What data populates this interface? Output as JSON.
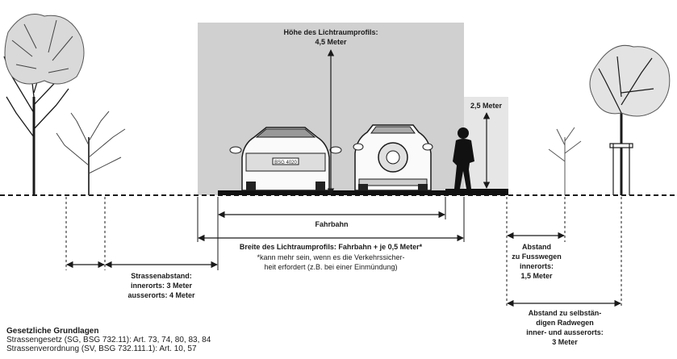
{
  "diagram": {
    "height_label_line1": "Höhe des Lichtraumprofils:",
    "height_label_line2": "4,5 Meter",
    "ped_height_label": "2,5 Meter",
    "fahrbahn_label": "Fahrbahn",
    "breite_label": "Breite des Lichtraumprofils: Fahrbahn + je 0,5 Meter*",
    "footnote_line1": "*kann mehr sein, wenn es die Verkehrssicher-",
    "footnote_line2": "heit erfordert (z.B. bei einer Einmündung)",
    "strassen_line1": "Strassenabstand:",
    "strassen_line2": "innerorts: 3 Meter",
    "strassen_line3": "ausserorts: 4 Meter",
    "fuss_line1": "Abstand",
    "fuss_line2": "zu Fusswegen",
    "fuss_line3": "innerorts:",
    "fuss_line4": "1,5 Meter",
    "rad_line1": "Abstand zu selbstän-",
    "rad_line2": "digen Radwegen",
    "rad_line3": "inner- und ausserorts:",
    "rad_line4": "3 Meter",
    "car_plate": "BSG 4020",
    "legal_title": "Gesetzliche Grundlagen",
    "legal_line1": "Strassengesetz (SG, BSG 732.11): Art. 73, 74, 80, 83, 84",
    "legal_line2": "Strassenverordnung (SV, BSG 732.111.1): Art. 10, 57"
  },
  "colors": {
    "profile_fill": "#d0d0d0",
    "ped_fill": "#e6e6e6",
    "ink": "#1a1a1a",
    "road": "#111111"
  }
}
